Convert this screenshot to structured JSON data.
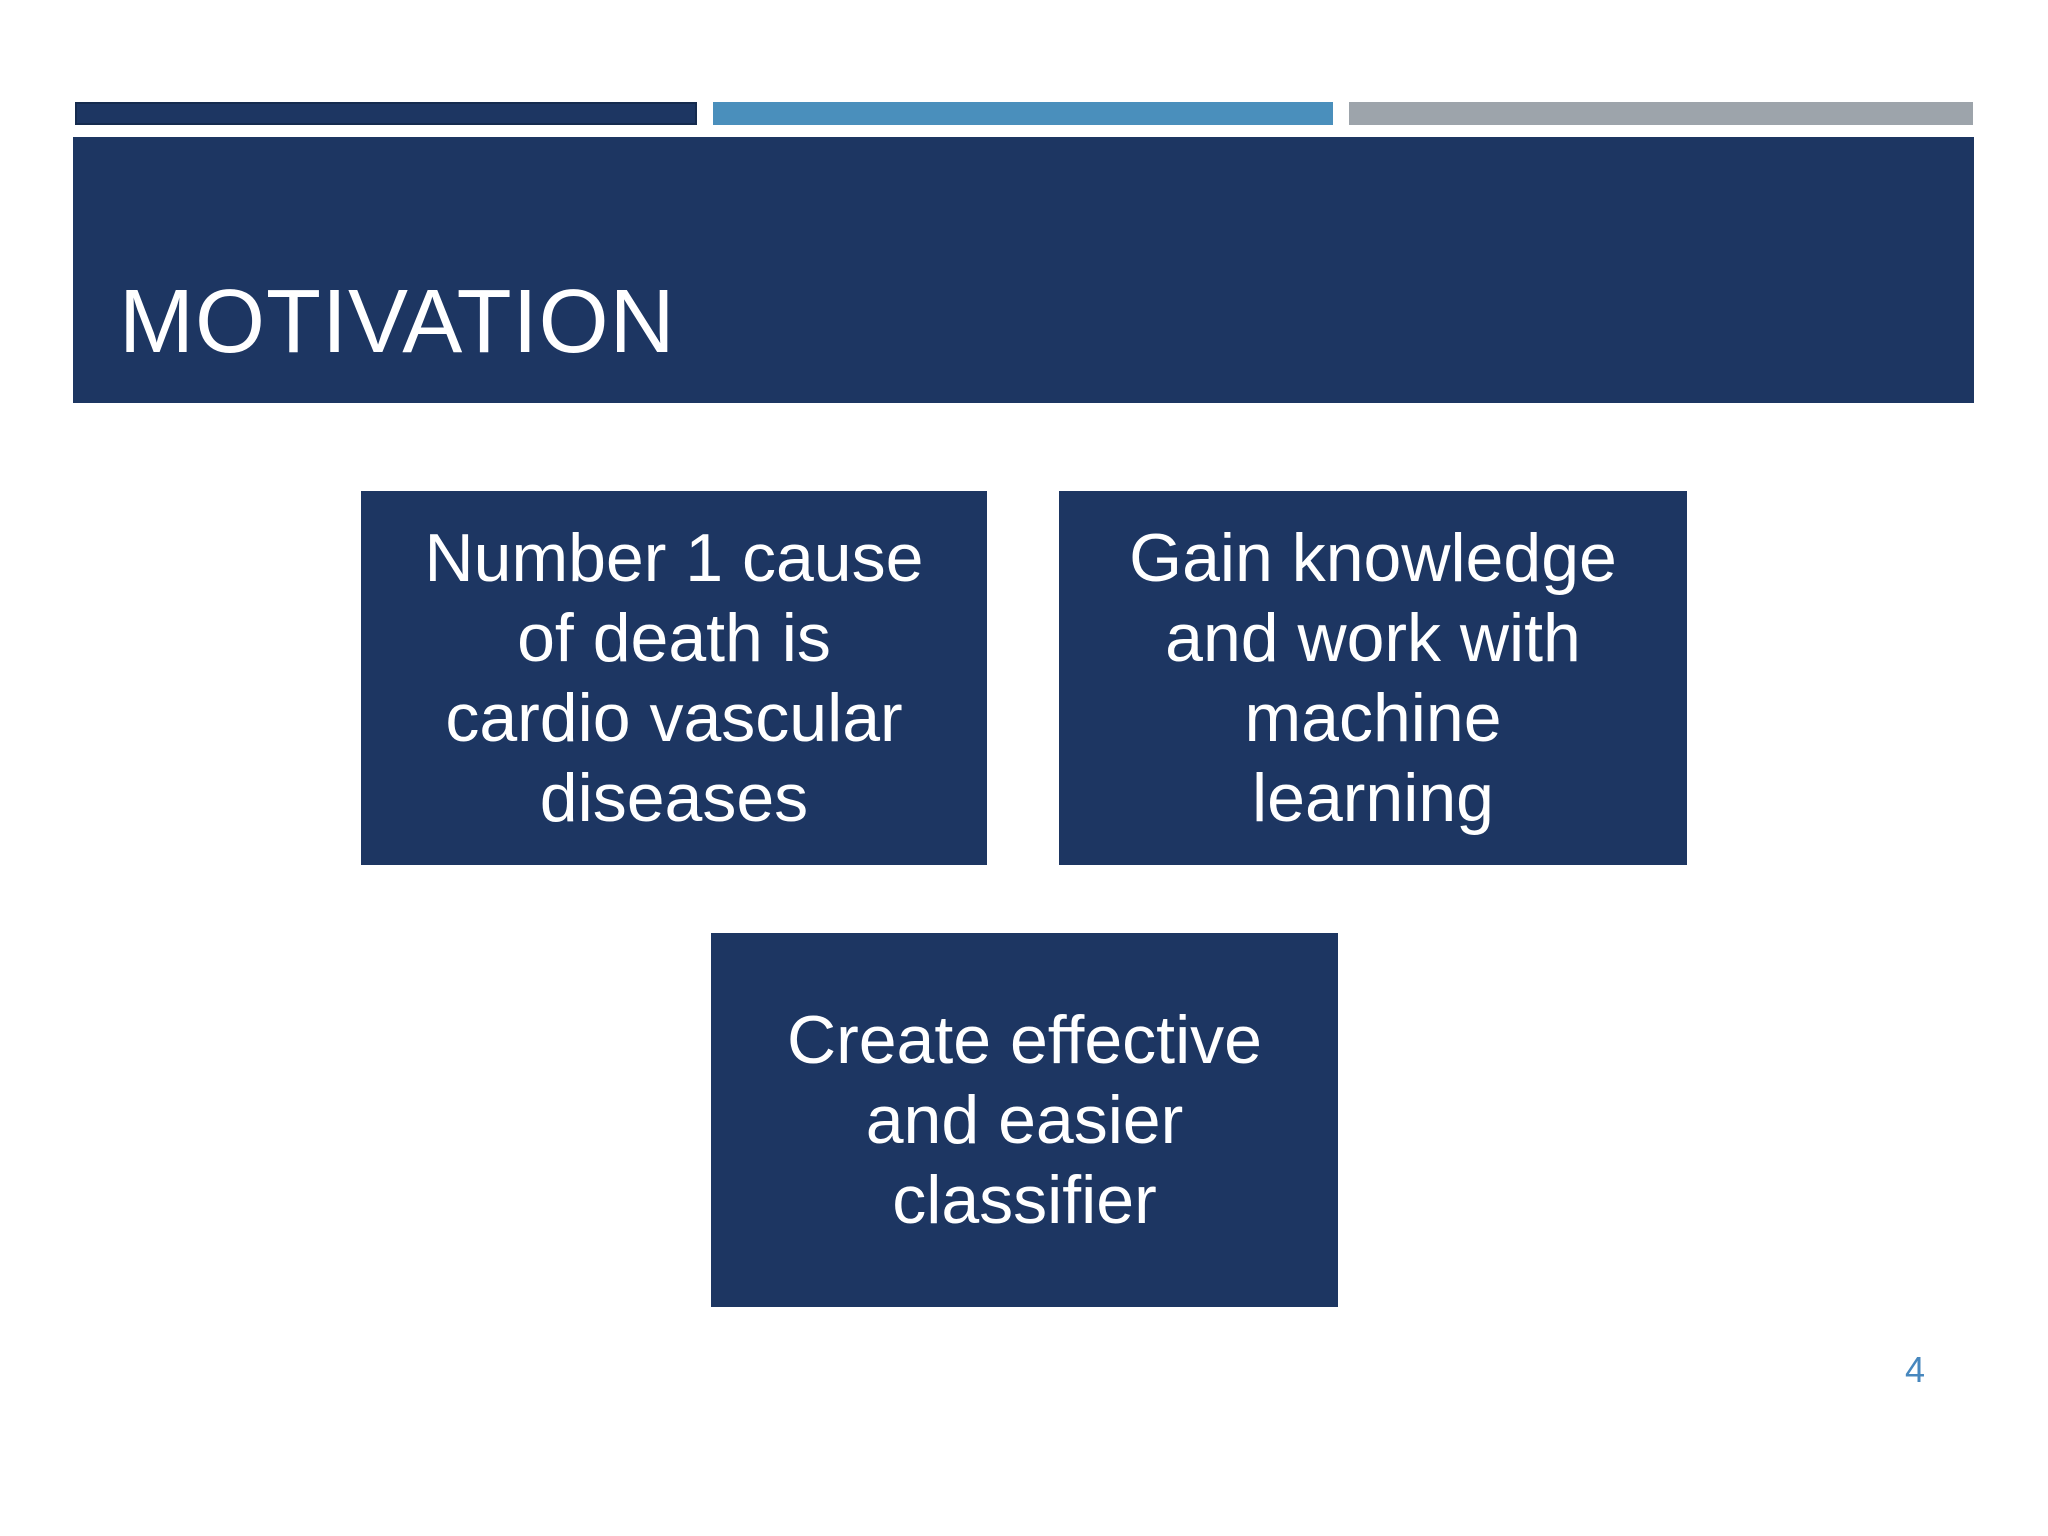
{
  "slide": {
    "title": "MOTIVATION",
    "page_number": "4",
    "colors": {
      "navy_fill": "#1D3662",
      "accent_bar_blue": "#4A8FBC",
      "accent_bar_gray": "#9DA4AB",
      "title_text": "#FFFFFF",
      "box_text": "#FFFFFF",
      "page_number_text": "#4787BE",
      "background": "#FFFFFF"
    },
    "boxes": [
      {
        "lines": [
          "Number 1 cause",
          "of death is",
          "cardio vascular",
          "diseases"
        ]
      },
      {
        "lines": [
          "Gain knowledge",
          "and work with",
          "machine",
          "learning"
        ]
      },
      {
        "lines": [
          "Create effective",
          "and easier",
          "classifier"
        ]
      }
    ]
  }
}
